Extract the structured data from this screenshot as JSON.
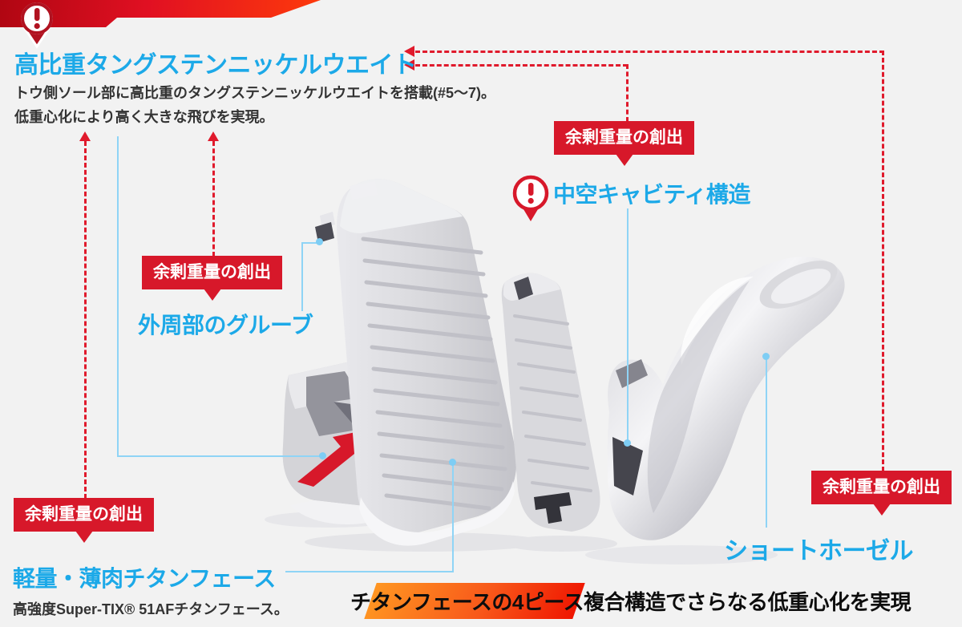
{
  "colors": {
    "background": "#f2f2f2",
    "accent_blue": "#1ca9e8",
    "red": "#d7182a",
    "callout_light_blue": "#8fd4f6",
    "banner_orange": "#ff9622",
    "banner_red": "#ef1500"
  },
  "labels": {
    "surplus_weight": "余剰重量の創出"
  },
  "tungsten": {
    "title": "高比重タングステンニッケルウエイト",
    "desc1": "トウ側ソール部に高比重のタングステンニッケルウエイトを搭載(#5〜7)。",
    "desc2": "低重心化により高く大きな飛びを実現。"
  },
  "groove": {
    "title": "外周部のグルーブ"
  },
  "cavity": {
    "title": "中空キャビティ構造"
  },
  "face": {
    "title": "軽量・薄肉チタンフェース",
    "desc": "高強度Super-TIX® 51AFチタンフェース。"
  },
  "hosel": {
    "title": "ショートホーゼル"
  },
  "banner": {
    "text": "チタンフェースの4ピース複合構造でさらなる低重心化を実現"
  }
}
